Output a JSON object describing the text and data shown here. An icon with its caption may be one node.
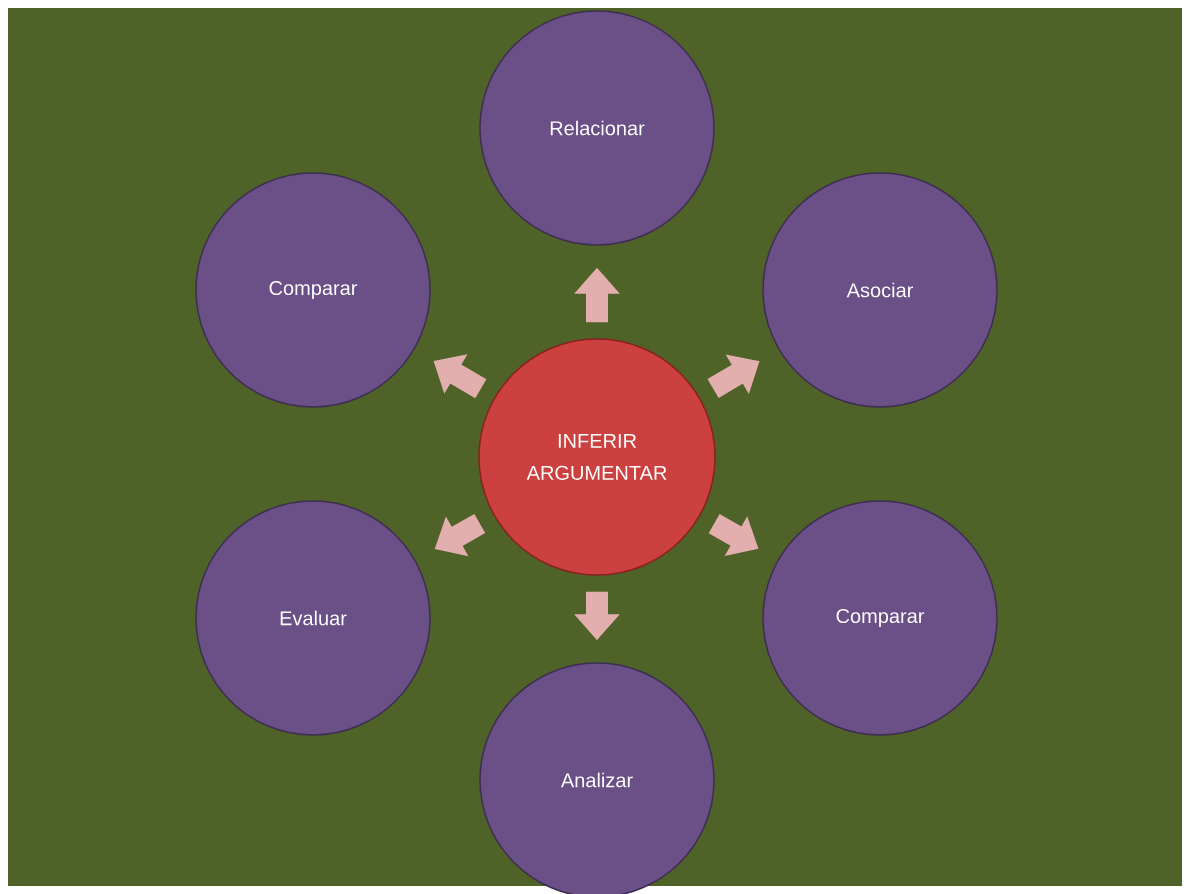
{
  "diagram": {
    "nodes": [
      {
        "text": [
          "Relacionar"
        ]
      },
      {
        "text": [
          "Comparar"
        ]
      },
      {
        "text": [
          "Asociar"
        ]
      },
      {
        "text": [
          "INFERIR ARGUMENTAR"
        ]
      },
      {
        "text": [
          "Evaluar"
        ]
      },
      {
        "text": [
          "Comparar"
        ]
      },
      {
        "text": [
          "Analizar"
        ]
      }
    ],
    "edges": [
      {
        "from": 3,
        "to": 0,
        "arrow": "to"
      },
      {
        "from": 3,
        "to": 2,
        "arrow": "to"
      },
      {
        "from": 3,
        "to": 5,
        "arrow": "to"
      },
      {
        "from": 3,
        "to": 6,
        "arrow": "to"
      },
      {
        "from": 3,
        "to": 4,
        "arrow": "to"
      },
      {
        "from": 3,
        "to": 1,
        "arrow": "to"
      }
    ]
  }
}
